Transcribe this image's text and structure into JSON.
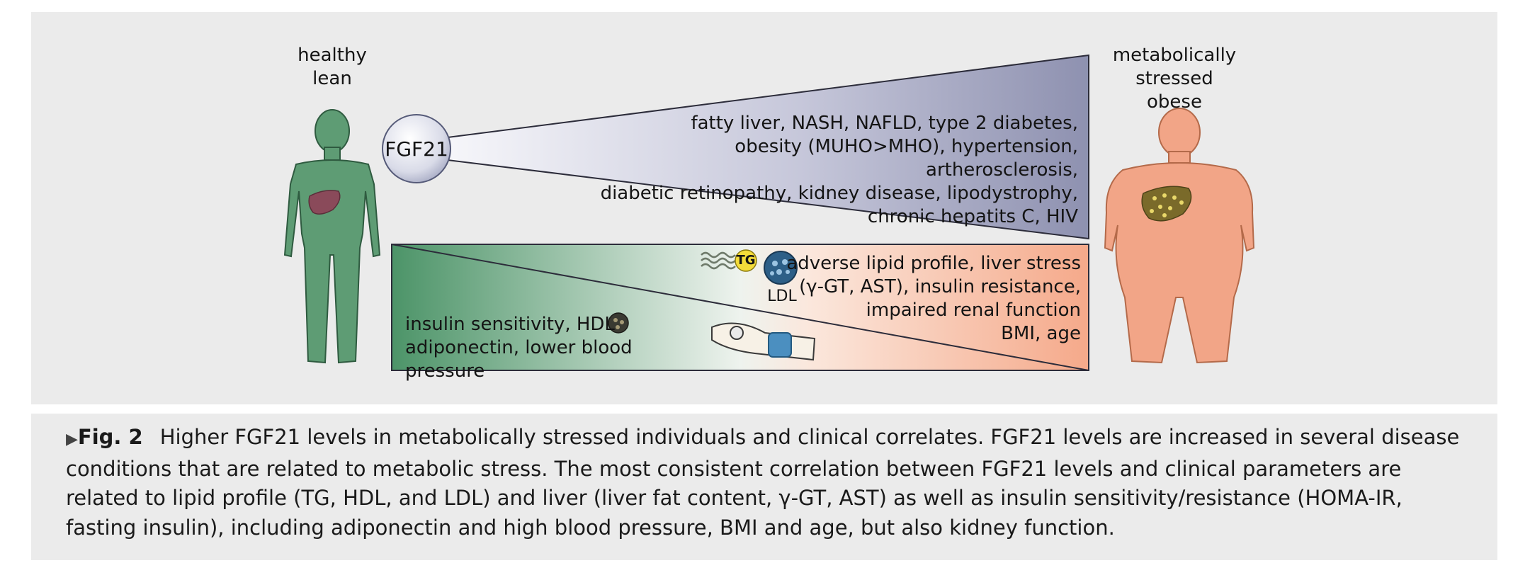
{
  "figure": {
    "left_label": [
      "healthy",
      "lean"
    ],
    "right_label": [
      "metabolically",
      "stressed",
      "obese"
    ],
    "hormone": "FGF21",
    "upper_wedge_text": [
      "fatty liver, NASH, NAFLD, type 2 diabetes,",
      "obesity (MUHO>MHO), hypertension, artherosclerosis,",
      "diabetic retinopathy, kidney disease, lipodystrophy,",
      "chronic hepatits C, HIV"
    ],
    "lower_right_text": [
      "adverse lipid profile, liver stress",
      "(γ-GT, AST), insulin resistance,",
      "impaired renal function",
      "BMI, age"
    ],
    "lower_left_text": [
      "insulin sensitivity, HDL",
      "adiponectin, lower blood pressure"
    ],
    "tg_label": "TG",
    "ldl_label": "LDL",
    "colors": {
      "healthy_body": "#5e9c74",
      "obese_body": "#f2a587",
      "wedge_dark": "#8e91b0",
      "wedge_light": "#f1f1f6",
      "green_gradient": "#4c9468",
      "peach_gradient": "#f5a98a"
    }
  },
  "caption": {
    "arrow": "▶",
    "label": "Fig. 2",
    "text": "Higher FGF21 levels in metabolically stressed individuals and clinical correlates. FGF21 levels are increased in several disease conditions that are related to metabolic stress. The most consistent correlation between FGF21 levels and clinical parameters are related to lipid profile (TG, HDL, and LDL) and liver (liver fat content, γ-GT, AST) as well as insulin sensitivity/resistance (HOMA-IR, fasting insulin), including adiponectin and high blood pressure, BMI and age, but also kidney function."
  }
}
